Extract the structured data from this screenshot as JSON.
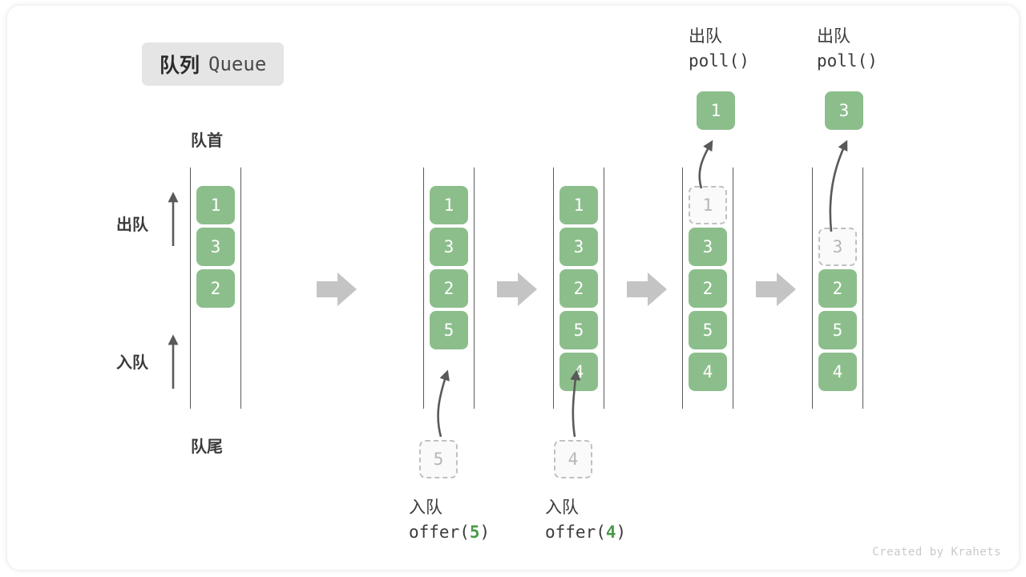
{
  "title": {
    "cn": "队列",
    "en": "Queue"
  },
  "axis_labels": {
    "head": "队首",
    "tail": "队尾",
    "dequeue": "出队",
    "enqueue": "入队"
  },
  "footer": "Created by Krahets",
  "colors": {
    "cell_fill": "#8cbe8c",
    "cell_text": "#ffffff",
    "ghost_fill": "#fafafa",
    "ghost_border": "#c0c0c0",
    "ghost_text": "#b6b6b6",
    "rail": "#5a5a5a",
    "step_arrow": "#c4c4c4",
    "badge_bg": "#e5e5e5",
    "accent_green": "#4a9a4a",
    "label_text": "#3b3b3b"
  },
  "operations": {
    "offer_5": {
      "cn": "入队",
      "code_prefix": "offer(",
      "code_num": "5",
      "code_suffix": ")"
    },
    "offer_4": {
      "cn": "入队",
      "code_prefix": "offer(",
      "code_num": "4",
      "code_suffix": ")"
    },
    "poll_1": {
      "cn": "出队",
      "code": "poll()"
    },
    "poll_2": {
      "cn": "出队",
      "code": "poll()"
    }
  },
  "popped": {
    "first": "1",
    "second": "3"
  },
  "pending": {
    "five": "5",
    "four": "4"
  },
  "columns": [
    {
      "name": "initial",
      "cells": [
        {
          "value": "1",
          "state": "filled"
        },
        {
          "value": "3",
          "state": "filled"
        },
        {
          "value": "2",
          "state": "filled"
        }
      ]
    },
    {
      "name": "after-offer-5",
      "cells": [
        {
          "value": "1",
          "state": "filled"
        },
        {
          "value": "3",
          "state": "filled"
        },
        {
          "value": "2",
          "state": "filled"
        },
        {
          "value": "5",
          "state": "filled"
        }
      ]
    },
    {
      "name": "after-offer-4",
      "cells": [
        {
          "value": "1",
          "state": "filled"
        },
        {
          "value": "3",
          "state": "filled"
        },
        {
          "value": "2",
          "state": "filled"
        },
        {
          "value": "5",
          "state": "filled"
        },
        {
          "value": "4",
          "state": "filled"
        }
      ]
    },
    {
      "name": "after-poll-1",
      "cells": [
        {
          "value": "1",
          "state": "ghost"
        },
        {
          "value": "3",
          "state": "filled"
        },
        {
          "value": "2",
          "state": "filled"
        },
        {
          "value": "5",
          "state": "filled"
        },
        {
          "value": "4",
          "state": "filled"
        }
      ]
    },
    {
      "name": "after-poll-3",
      "cells": [
        {
          "value": "",
          "state": "empty"
        },
        {
          "value": "3",
          "state": "ghost"
        },
        {
          "value": "2",
          "state": "filled"
        },
        {
          "value": "5",
          "state": "filled"
        },
        {
          "value": "4",
          "state": "filled"
        }
      ]
    }
  ]
}
